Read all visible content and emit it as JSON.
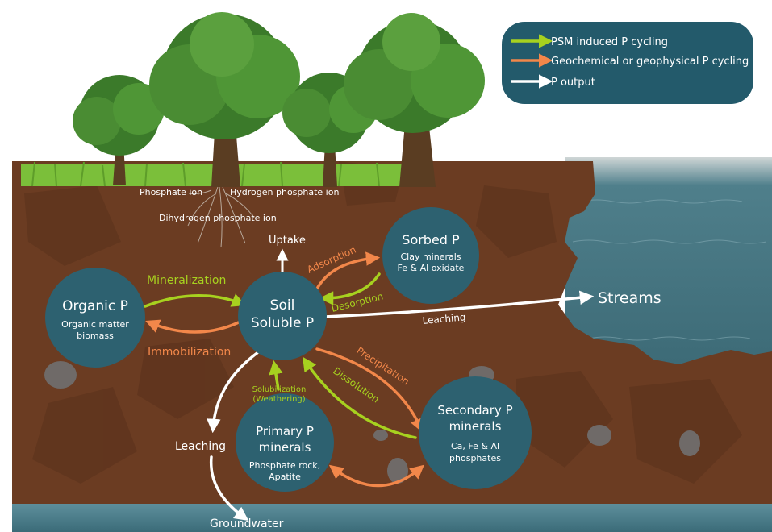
{
  "legend": {
    "items": [
      {
        "label": "PSM induced P cycling",
        "color": "#a7d11f"
      },
      {
        "label": "Geochemical or geophysical P cycling",
        "color": "#f2874a"
      },
      {
        "label": "P output",
        "color": "#ffffff"
      }
    ],
    "box_color": "#235a6b"
  },
  "colors": {
    "soil": "#6b3c22",
    "soil_dark": "#5a311c",
    "pool": "#2d6170",
    "water": "#3f6f7c",
    "grass": "#7bbf3a",
    "green_arrow": "#a7d11f",
    "orange_arrow": "#f2874a",
    "white_arrow": "#ffffff"
  },
  "root_labels": {
    "phosphate": "Phosphate ion",
    "hydrogen": "Hydrogen phosphate ion",
    "dihydrogen": "Dihydrogen phosphate ion"
  },
  "pools": {
    "organic": {
      "title": "Organic P",
      "line1": "Organic matter",
      "line2": "biomass"
    },
    "soluble": {
      "title1": "Soil",
      "title2": "Soluble P"
    },
    "sorbed": {
      "title": "Sorbed P",
      "line1": "Clay minerals",
      "line2": "Fe & Al oxidate"
    },
    "primary": {
      "title1": "Primary P",
      "title2": "minerals",
      "line1": "Phosphate rock,",
      "line2": "Apatite"
    },
    "secondary": {
      "title1": "Secondary P",
      "title2": "minerals",
      "line1": "Ca, Fe & Al",
      "line2": "phosphates"
    }
  },
  "process_labels": {
    "uptake": "Uptake",
    "mineralization": "Mineralization",
    "immobilization": "Immobilization",
    "adsorption": "Adsorption",
    "desorption": "Desorption",
    "leaching_streams": "Leaching",
    "streams": "Streams",
    "precipitation": "Precipitation",
    "dissolution": "Dissolution",
    "solubilization1": "Solubilization",
    "solubilization2": "(Weathering)",
    "leaching_down": "Leaching",
    "groundwater": "Groundwater"
  },
  "icons": [
    "tree-icon",
    "root-icon",
    "rock-icon",
    "arrow-icon"
  ]
}
